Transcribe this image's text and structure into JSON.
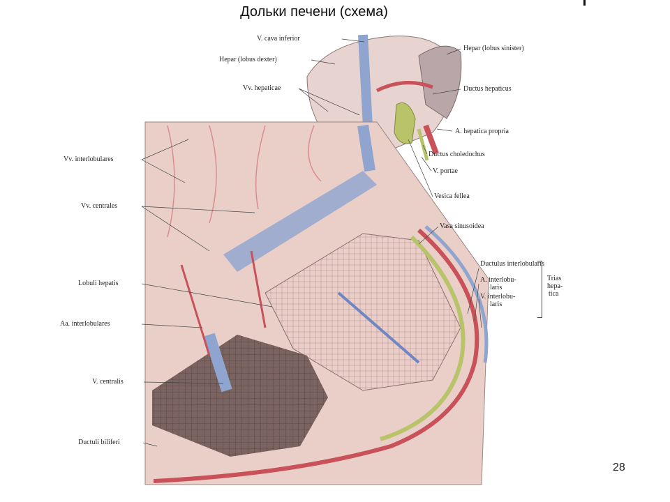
{
  "title": "Дольки печени (схема)",
  "page_number": "28",
  "colors": {
    "vein_blue": "#8fa4cf",
    "artery_red": "#c9525a",
    "bile_green": "#b9c46a",
    "tissue_pink": "#e9cfc8",
    "lobule_dark": "#7a6360"
  },
  "labels": {
    "v_cava_inferior": "V. cava inferior",
    "hepar_lobus_dexter": "Hepar (lobus dexter)",
    "hepar_lobus_sinister": "Hepar (lobus sinister)",
    "vv_hepaticae": "Vv. hepaticae",
    "ductus_hepaticus": "Ductus hepaticus",
    "a_hepatica_propria": "A. hepatica propria",
    "ductus_choledochus": "Ductus choledochus",
    "v_portae": "V. portae",
    "vesica_fellea": "Vesica fellea",
    "vv_interlobulares": "Vv. interlobulares",
    "vv_centrales": "Vv. centrales",
    "vasa_sinusoidea": "Vasa sinusoidea",
    "ductulus_interlobularis": "Ductulus interlobularis",
    "a_interlobularis_1": "A. interlobu-",
    "a_interlobularis_2": "laris",
    "v_interlobularis_1": "V. interlobu-",
    "v_interlobularis_2": "laris",
    "trias_1": "Trias",
    "trias_2": "hepa-",
    "trias_3": "tica",
    "lobuli_hepatis": "Lobuli hepatis",
    "aa_interlobulares": "Aa. interlobulares",
    "v_centralis": "V. centralis",
    "ductuli_biliferi": "Ductuli biliferi"
  }
}
